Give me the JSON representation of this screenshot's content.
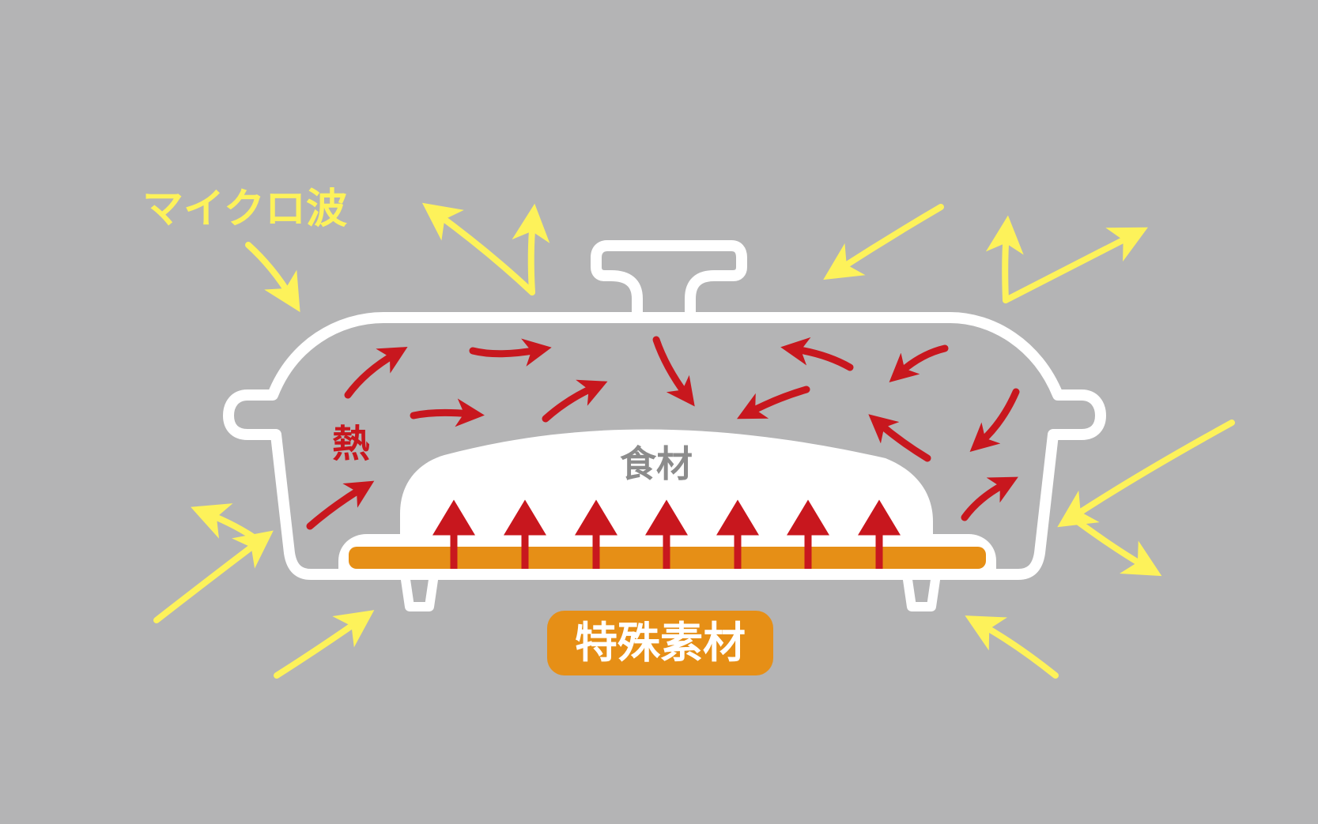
{
  "labels": {
    "microwave": "マイクロ波",
    "heat": "熱",
    "food": "食材",
    "special_material": "特殊素材"
  },
  "colors": {
    "background": "#b4b4b5",
    "microwave_arrow": "#fdf25a",
    "heat_arrow": "#c8171e",
    "outline": "#ffffff",
    "plate": "#e68f16",
    "food_text": "#8c8c8c"
  }
}
